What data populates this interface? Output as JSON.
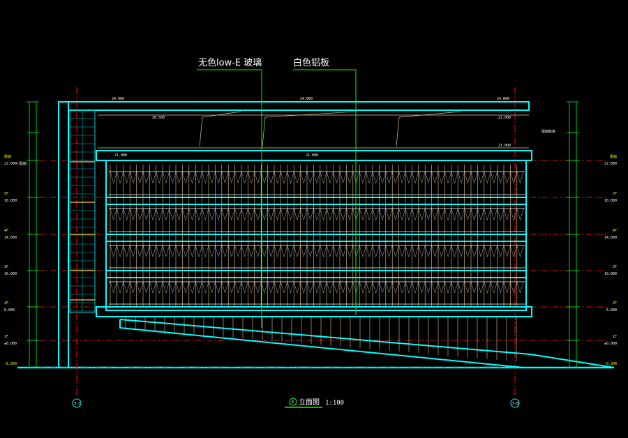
{
  "annotations": {
    "glass": "无色low-E 玻璃",
    "panel": "白色铝板"
  },
  "drawing": {
    "title": "立面图",
    "scale": "1:100",
    "title_marker": "6"
  },
  "axis_bubbles": {
    "left": "3-1",
    "right": "3-8"
  },
  "dimensions": {
    "top_elev_left": "24.000",
    "top_elev_mid": "24.000",
    "top_elev_right": "24.000",
    "parapet_left": "20.500",
    "parapet_right": "22.000",
    "roof_left": "21.000",
    "roof_mid": "21.000",
    "roof_right": "21.000",
    "note_right": "屋面标高"
  },
  "left_levels": [
    "屋面",
    "5F",
    "4F",
    "3F",
    "2F",
    "1F",
    "-0.300"
  ],
  "left_elevations": [
    "22.000(屋面)",
    "18.000",
    "14.000",
    "10.000",
    "6.000",
    "±0.000"
  ],
  "right_levels": [
    "屋面",
    "5F",
    "4F",
    "3F",
    "2F",
    "1F",
    "-0.300"
  ],
  "right_elevations": [
    "22.000",
    "18.000",
    "14.000",
    "10.000",
    "6.000",
    "±0.000"
  ],
  "colors": {
    "background": "#000000",
    "outline": "#00ffff",
    "leader": "#00ff00",
    "axis": "#ff0000",
    "mullion": "#e8c890",
    "text": "#ffffff",
    "dimension": "#ffff00"
  }
}
